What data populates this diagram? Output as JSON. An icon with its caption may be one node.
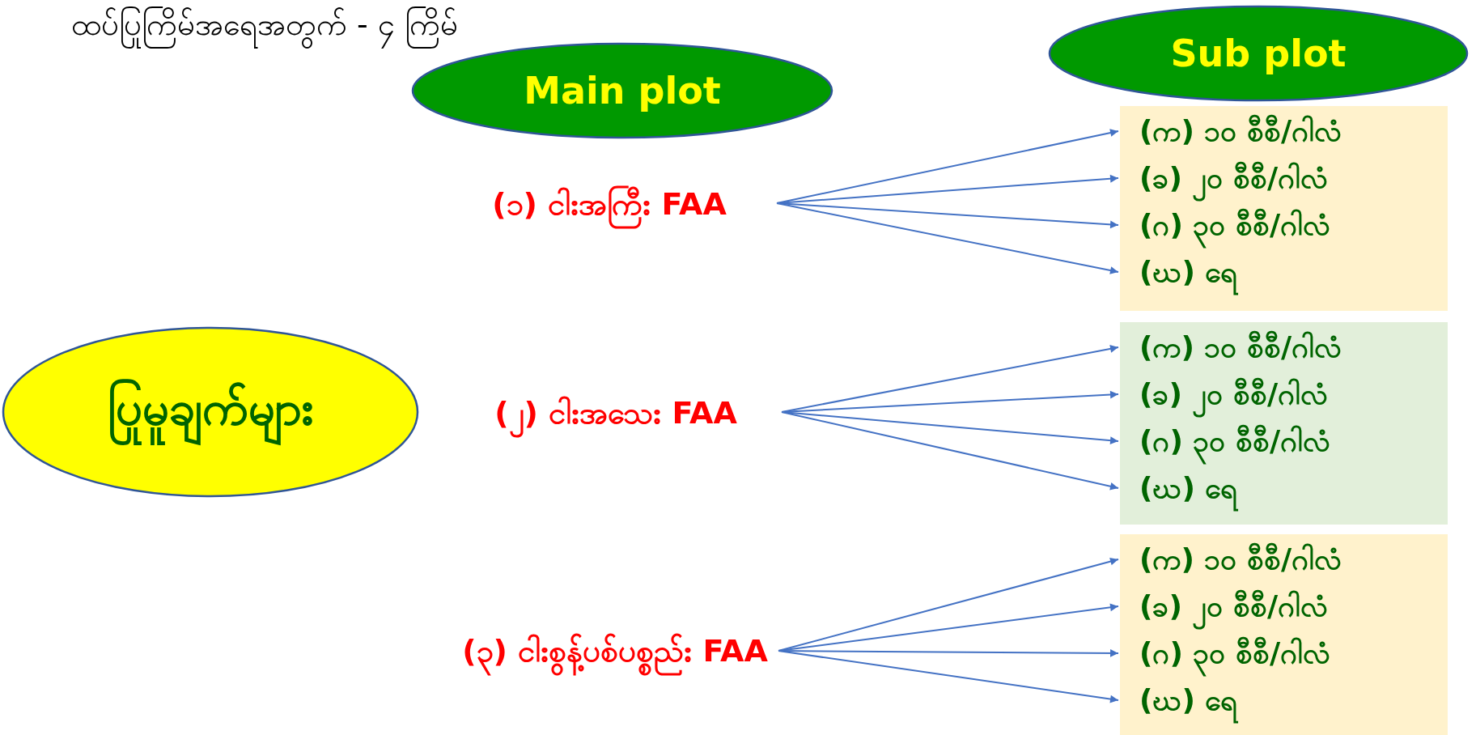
{
  "diagram": {
    "title": "ထပ်ပြုကြိမ်အရေအတွက် - ၄ ကြိမ်",
    "nodes": [
      {
        "text": [
          "Main plot"
        ]
      },
      {
        "text": [
          "Sub plot"
        ]
      },
      {
        "text": [
          "ပြုမူချက်များ"
        ]
      },
      {
        "text": [
          "(၁) ငါးအကြီး FAA"
        ]
      },
      {
        "text": [
          "(၂) ငါးအသေး FAA"
        ]
      },
      {
        "text": [
          "(၃) ငါးစွန့်ပစ်ပစ္စည်း FAA"
        ]
      },
      {
        "text": [],
        "shape": "box"
      },
      {
        "text": [
          "(က) ၁၀ စီစီ/ဂါလံ"
        ],
        "in": 6
      },
      {
        "text": [
          "(ခ) ၂၀ စီစီ/ဂါလံ"
        ],
        "in": 6
      },
      {
        "text": [
          "(ဂ) ၃၀ စီစီ/ဂါလံ"
        ],
        "in": 6
      },
      {
        "text": [
          "(ဃ) ရေ"
        ],
        "in": 6
      },
      {
        "text": [],
        "shape": "box"
      },
      {
        "text": [
          "(က) ၁၀ စီစီ/ဂါလံ"
        ],
        "in": 11
      },
      {
        "text": [
          "(ခ) ၂၀ စီစီ/ဂါလံ"
        ],
        "in": 11
      },
      {
        "text": [
          "(ဂ) ၃၀ စီစီ/ဂါလံ"
        ],
        "in": 11
      },
      {
        "text": [
          "(ဃ) ရေ"
        ],
        "in": 11
      },
      {
        "text": [],
        "shape": "box"
      },
      {
        "text": [
          "(က) ၁၀ စီစီ/ဂါလံ"
        ],
        "in": 16
      },
      {
        "text": [
          "(ခ) ၂၀ စီစီ/ဂါလံ"
        ],
        "in": 16
      },
      {
        "text": [
          "(ဂ) ၃၀ စီစီ/ဂါလံ"
        ],
        "in": 16
      },
      {
        "text": [
          "(ဃ) ရေ"
        ],
        "in": 16
      }
    ],
    "edges": [
      {
        "from": 3,
        "to": 7,
        "arrow": "to"
      },
      {
        "from": 3,
        "to": 8,
        "arrow": "to"
      },
      {
        "from": 3,
        "to": 9,
        "arrow": "to"
      },
      {
        "from": 3,
        "to": 10,
        "arrow": "to"
      },
      {
        "from": 4,
        "to": 12,
        "arrow": "to"
      },
      {
        "from": 4,
        "to": 13,
        "arrow": "to"
      },
      {
        "from": 4,
        "to": 14,
        "arrow": "to"
      },
      {
        "from": 4,
        "to": 15,
        "arrow": "to"
      },
      {
        "from": 5,
        "to": 17,
        "arrow": "to"
      },
      {
        "from": 5,
        "to": 18,
        "arrow": "to"
      },
      {
        "from": 5,
        "to": 19,
        "arrow": "to"
      },
      {
        "from": 5,
        "to": 20,
        "arrow": "to"
      }
    ]
  }
}
